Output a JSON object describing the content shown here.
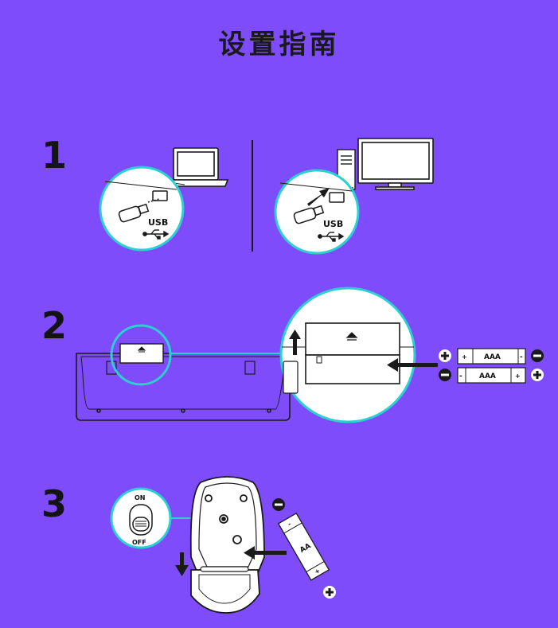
{
  "title": "设置指南",
  "steps": {
    "one": "1",
    "two": "2",
    "three": "3"
  },
  "labels": {
    "usb_left": "USB",
    "usb_right": "USB",
    "battery_aaa_top": "AAA",
    "battery_aaa_bottom": "AAA",
    "battery_aa": "AA",
    "switch_on": "ON",
    "switch_off": "OFF",
    "plus": "+",
    "minus": "-"
  },
  "colors": {
    "background": "#7f4cfb",
    "accent_teal": "#2bd0d0",
    "line": "#1a1a1a",
    "fill_white": "#ffffff"
  },
  "icons": [
    "laptop-icon",
    "desktop-tower-icon",
    "monitor-icon",
    "usb-receiver-icon",
    "usb-symbol-icon",
    "keyboard-icon",
    "battery-icon",
    "mouse-icon",
    "arrow-icon",
    "plus-icon",
    "minus-icon",
    "power-switch-icon"
  ]
}
